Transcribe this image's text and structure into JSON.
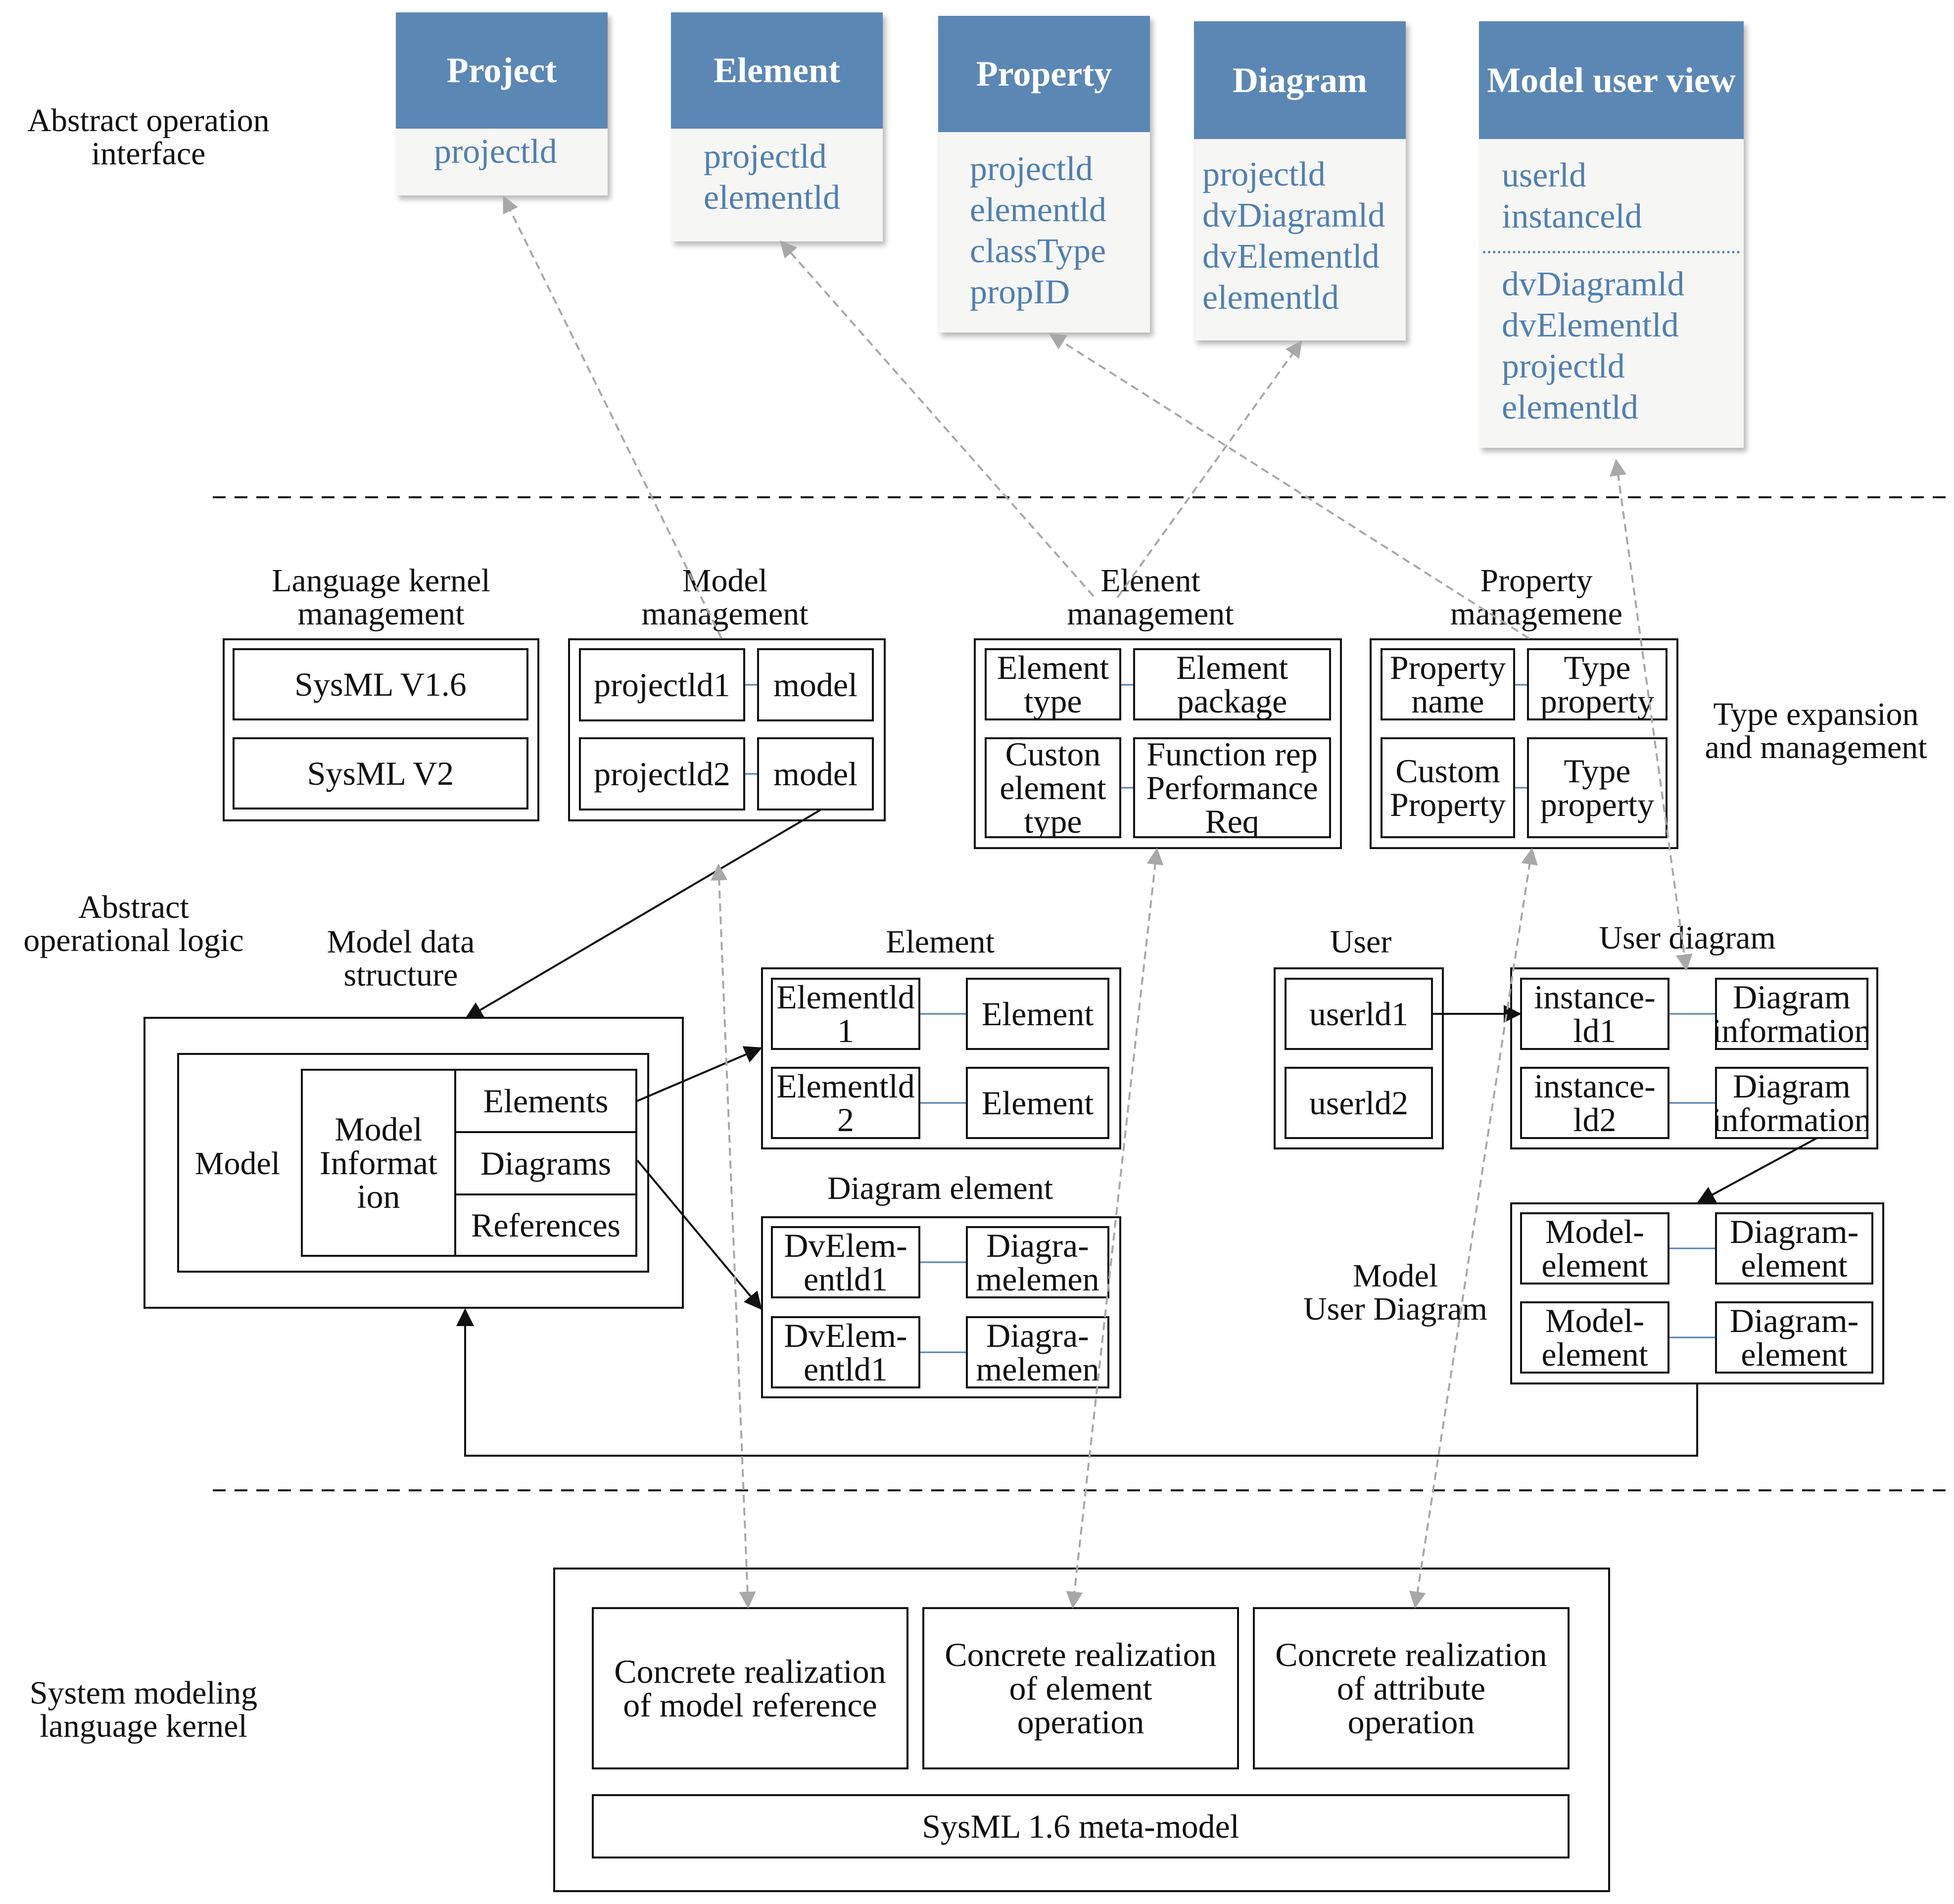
{
  "layer_labels": {
    "interface": "Abstract operation\ninterface",
    "logic": "Abstract\noperational logic",
    "kernel": "System modeling\nlanguage kernel",
    "type_expansion": "Type expansion\nand management"
  },
  "interface_cards": [
    {
      "title": "Project",
      "fields": [
        "projectld"
      ],
      "extra_fields": []
    },
    {
      "title": "Element",
      "fields": [
        "projectld",
        "elementld"
      ],
      "extra_fields": []
    },
    {
      "title": "Property",
      "fields": [
        "projectld",
        "elementld",
        "classType",
        "propID"
      ],
      "extra_fields": []
    },
    {
      "title": "Diagram",
      "fields": [
        "projectld",
        "dvDiagramld",
        "dvElementld",
        "elementld"
      ],
      "extra_fields": []
    },
    {
      "title": "Model user view",
      "fields": [
        "userld",
        "instanceld"
      ],
      "extra_fields": [
        "dvDiagramld",
        "dvElementld",
        "projectld",
        "elementld"
      ]
    }
  ],
  "management": {
    "language_kernel": {
      "title": "Language kernel\nmanagement",
      "items": [
        "SysML V1.6",
        "SysML V2"
      ]
    },
    "model": {
      "title": "Model\nmanagement",
      "rows": [
        [
          "projectld1",
          "model"
        ],
        [
          "projectld2",
          "model"
        ]
      ]
    },
    "element": {
      "title": "Elenent\nmanagement",
      "cells": [
        "Element\ntype",
        "Element\npackage",
        "Custon\nelement\ntype",
        "Function rep\nPerformance\nReq"
      ]
    },
    "property": {
      "title": "Property\nmanagemene",
      "cells": [
        "Property\nname",
        "Type\nproperty",
        "Custom\nProperty",
        "Type\nproperty"
      ]
    }
  },
  "logic": {
    "model_data_structure": {
      "title": "Model data\nstructure",
      "model": "Model",
      "info": "Model\nInformat\nion",
      "parts": [
        "Elements",
        "Diagrams",
        "References"
      ]
    },
    "element": {
      "title": "Element",
      "rows": [
        [
          "Elementld\n1",
          "Element"
        ],
        [
          "Elementld\n2",
          "Element"
        ]
      ]
    },
    "diagram_element": {
      "title": "Diagram element",
      "rows": [
        [
          "DvElem-\nentld1",
          "Diagra-\nmelemen"
        ],
        [
          "DvElem-\nentld1",
          "Diagra-\nmelemen"
        ]
      ]
    },
    "user": {
      "title": "User",
      "items": [
        "userld1",
        "userld2"
      ]
    },
    "user_diagram": {
      "title": "User diagram",
      "rows": [
        [
          "instance-\nld1",
          "Diagram\ninformation"
        ],
        [
          "instance-\nld2",
          "Diagram\ninformation"
        ]
      ]
    },
    "model_user_diagram": {
      "title": "Model\nUser Diagram",
      "rows": [
        [
          "Model-\nelement",
          "Diagram-\nelement"
        ],
        [
          "Model-\nelement",
          "Diagram-\nelement"
        ]
      ]
    }
  },
  "kernel": {
    "realizations": [
      "Concrete realization\nof model reference",
      "Concrete realization\nof element\noperation",
      "Concrete realization\nof attribute\noperation"
    ],
    "metamodel": "SysML 1.6 meta-model"
  }
}
